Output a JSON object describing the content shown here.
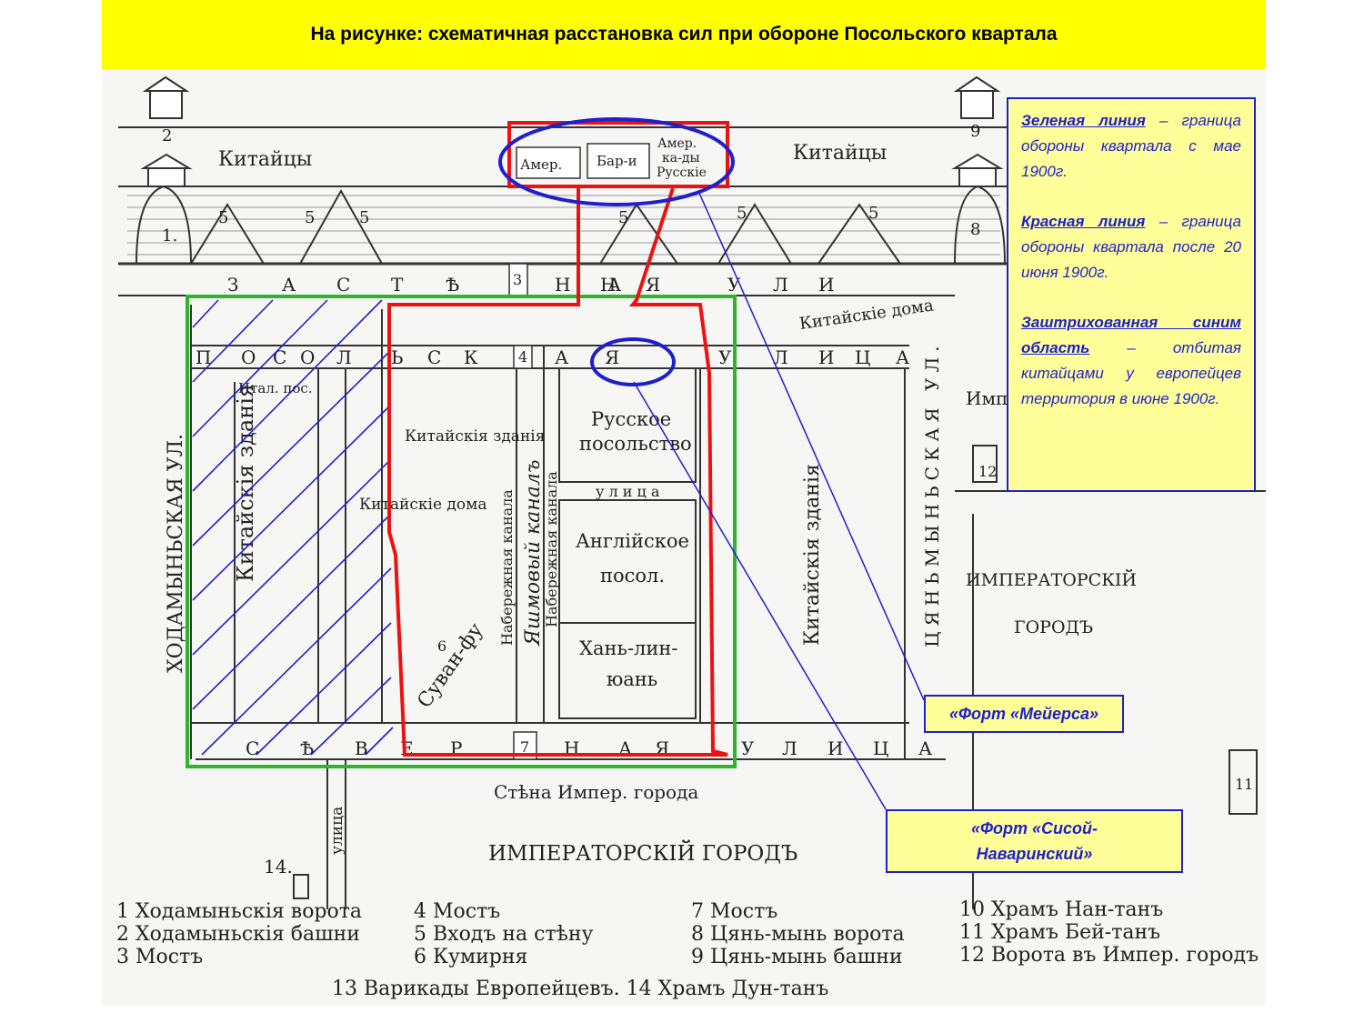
{
  "title": "На рисунке:  схематичная расстановка сил при обороне Посольского квартала",
  "colors": {
    "title_bg": "#ffff00",
    "note_bg": "#ffff99",
    "note_text": "#1f1fcc",
    "green_line": "#2db52d",
    "red_line": "#ee1111",
    "blue_line": "#1f1fcc"
  },
  "legend": {
    "green_label": "Зеленая линия",
    "green_text": " – граница обороны квартала с мае 1900г.",
    "red_label": "Красная линия",
    "red_text": " – граница обороны квартала после 20 июня 1900г.",
    "hatch_label": "Заштрихованная синим область",
    "hatch_text": " – отбитая китайцами у европейцев территория в июне 1900г."
  },
  "forts": {
    "meyers": "«Форт «Мейерса»",
    "sisoi_1": "«Форт «Сисой-",
    "sisoi_2": "Наваринский»"
  },
  "map_labels": {
    "chinese_left": "Китайцы",
    "chinese_right": "Китайцы",
    "amer": "Амер.",
    "barri": "Бар-и",
    "amer_bar": "Амер.",
    "bar_dy": "ка-ды",
    "russkie": "Русскіе",
    "zastennaya": [
      "З",
      "А",
      "С",
      "Т",
      "Ѣ",
      "Н",
      "Н",
      "А",
      "Я",
      "У",
      "Л",
      "И"
    ],
    "posolskaya": [
      "П",
      "О",
      "С",
      "О",
      "Л",
      "Ь",
      "С",
      "К",
      "А",
      "Я",
      "У",
      "Л",
      "И",
      "Ц",
      "А"
    ],
    "severnaya": [
      "С",
      "Ѣ",
      "В",
      "Е",
      "Р",
      "Н",
      "А",
      "Я",
      "У",
      "Л",
      "И",
      "Ц",
      "А"
    ],
    "chinese_houses": "Китайскіе дома",
    "khodamyn_ul": "ХОДАМЫНЬСКАЯ УЛ.",
    "kitaiskie_zdaniya_left": "Китайскія зданія",
    "ital_pos": "Итал. пос.",
    "kitaiskie_zdaniya_mid": "Китайскія зданія",
    "kitaiskie_doma": "Китайскіе дома",
    "russian_embassy_1": "Русское",
    "russian_embassy_2": "посольство",
    "english_embassy_1": "Англійское",
    "english_embassy_2": "посол.",
    "hanlin_1": "Хань-лин-",
    "hanlin_2": "юань",
    "suvan_fu": "Суван-фу",
    "yashmovy_canal": "Яшмовый каналъ",
    "naberezhnaya_1": "Набережная канала",
    "naberezhnaya_2": "Набережная канала",
    "ulitsa": "у л и ц а",
    "kitaiskie_zdaniya_right": "Китайскія зданія",
    "imperial_city_right_1": "ИМПЕРАТОРСКІЙ",
    "imperial_city_right_2": "ГОРОДЪ",
    "tsyanmyn": "ЦЯНЬМЫНЬСКАЯ УЛ.",
    "imp_partial": "Имп",
    "wall_imp": "Стѣна Импер. города",
    "imperial_city_bottom": "ИМПЕРАТОРСКІЙ ГОРОДЪ",
    "ulitsa_vert": "улица",
    "num_14": "14."
  },
  "map_key": {
    "col1": [
      "1  Ходамыньскія ворота",
      "2  Ходамыньскія башни",
      "3  Мостъ"
    ],
    "col2": [
      "4   Мостъ",
      "5   Входъ на стѣну",
      "6   Кумирня"
    ],
    "col3": [
      "7   Мостъ",
      "8   Цянь-мынь ворота",
      "9   Цянь-мынь башни"
    ],
    "col4": [
      "10  Храмъ Нан-танъ",
      "11  Храмъ Бей-танъ",
      "12  Ворота въ Импер. городъ"
    ],
    "bottom": "13 Варикады Европейцевъ. 14  Храмъ Дун-танъ"
  }
}
